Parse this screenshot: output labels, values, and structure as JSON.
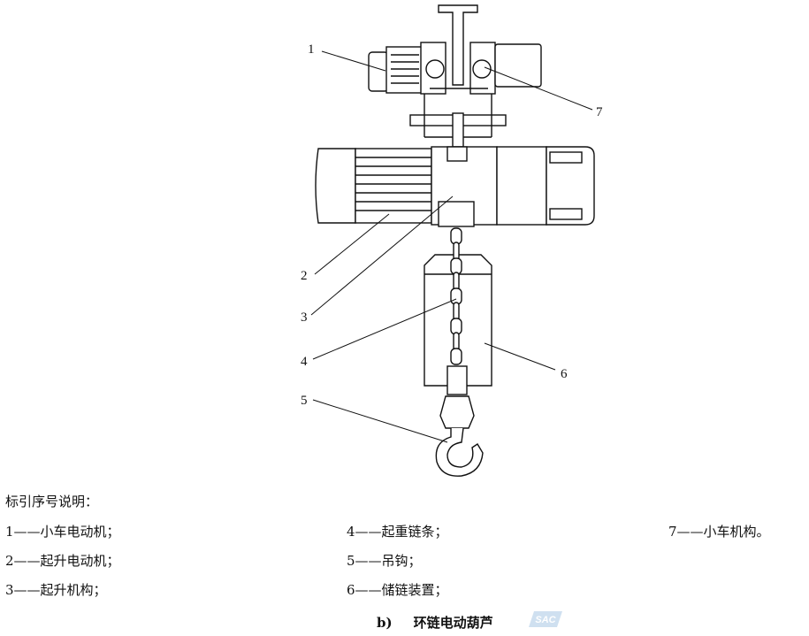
{
  "figure": {
    "callouts": [
      "1",
      "2",
      "3",
      "4",
      "5",
      "6",
      "7"
    ]
  },
  "legend": {
    "heading": "标引序号说明：",
    "items": [
      "1——小车电动机；",
      "2——起升电动机；",
      "3——起升机构；",
      "4——起重链条；",
      "5——吊钩；",
      "6——储链装置；",
      "7——小车机构。"
    ]
  },
  "caption": {
    "label": "b)",
    "title": "环链电动葫芦"
  },
  "watermark": "SAC"
}
